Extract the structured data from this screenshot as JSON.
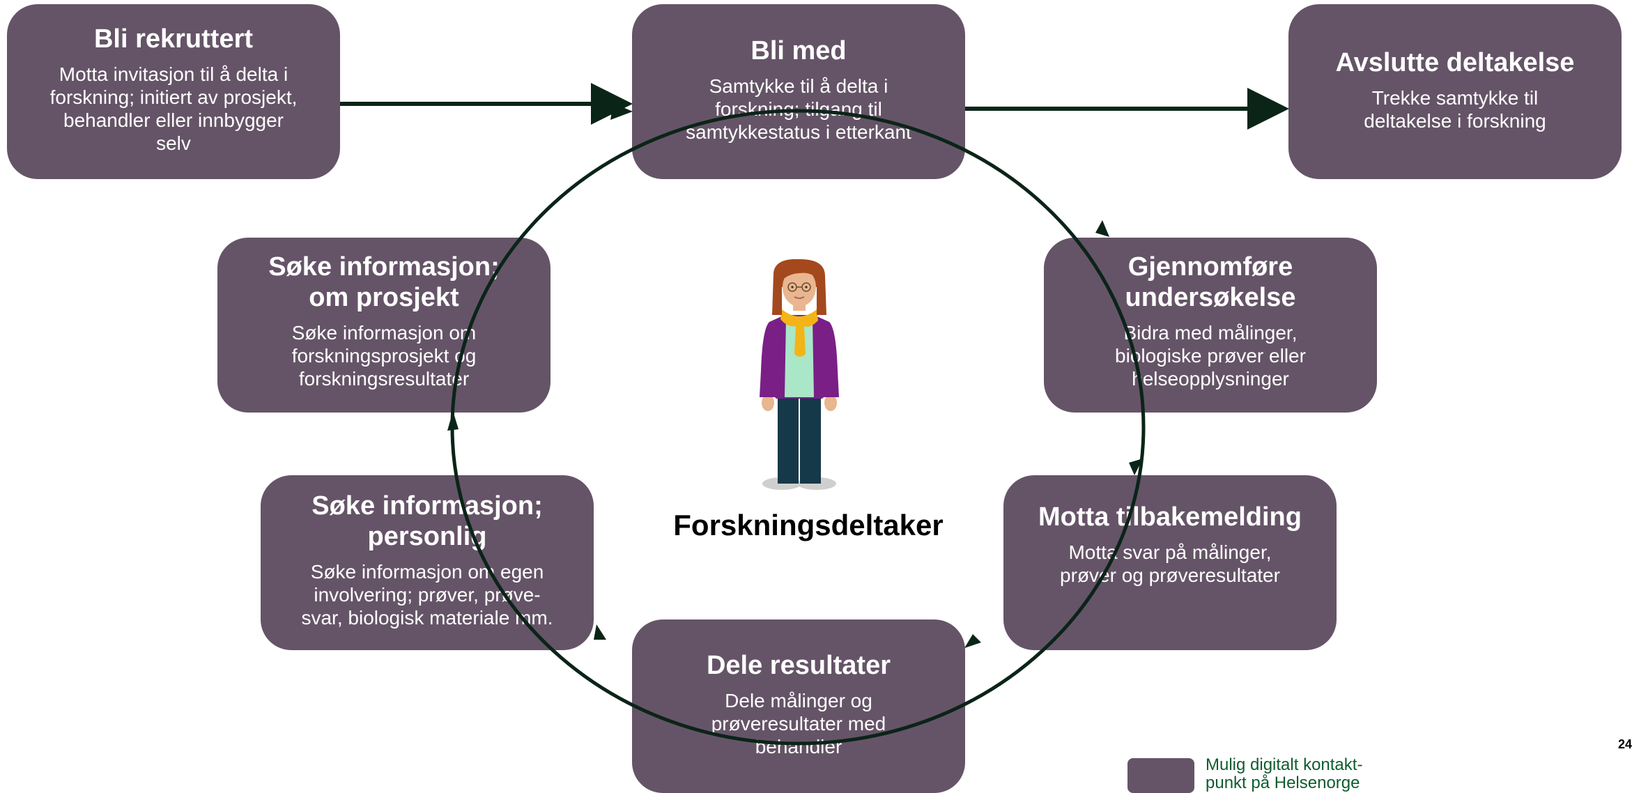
{
  "steps": {
    "rekruttert": {
      "title": "Bli rekruttert",
      "desc": "Motta invitasjon til å delta i\nforskning; initiert av prosjekt,\nbehandler eller innbygger\nselv"
    },
    "blimed": {
      "title": "Bli med",
      "desc": "Samtykke til å delta i\nforskning; tilgang til\nsamtykkestatus i etterkant"
    },
    "avslutte": {
      "title": "Avslutte deltakelse",
      "desc": "Trekke samtykke til\ndeltakelse i forskning"
    },
    "sokeprosj": {
      "title": "Søke informasjon;\nom prosjekt",
      "desc": "Søke informasjon om\nforskningsprosjekt og\nforskningsresultater"
    },
    "gjennom": {
      "title": "Gjennomføre\nundersøkelse",
      "desc": "Bidra med målinger,\nbiologiske prøver eller\nhelseopplysninger"
    },
    "sokepers": {
      "title": "Søke informasjon;\npersonlig",
      "desc": "Søke informasjon om egen\ninvolvering; prøver, prøve-\nsvar, biologisk materiale mm."
    },
    "motta": {
      "title": "Motta tilbakemelding",
      "desc": "Motta svar på målinger,\nprøver og prøveresultater"
    },
    "dele": {
      "title": "Dele resultater",
      "desc": "Dele målinger og\nprøveresultater med\nbehandler"
    }
  },
  "center": {
    "label": "Forskningsdeltaker",
    "icon": "research-participant-person-icon"
  },
  "legend": {
    "text": "Mulig digitalt kontakt-\npunkt på Helsenorge"
  },
  "page_number": "24",
  "colors": {
    "box": "#655467",
    "arrow": "#0b2418",
    "legend_text": "#0f5c2e"
  }
}
